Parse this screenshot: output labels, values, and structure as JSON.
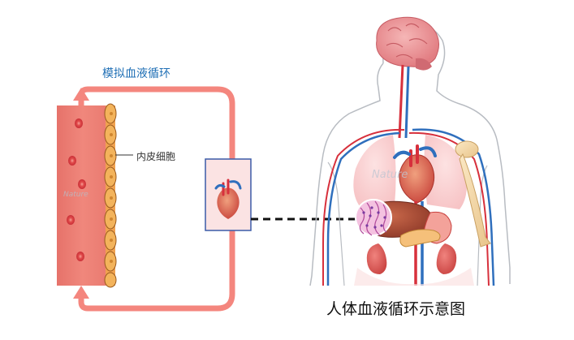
{
  "labels": {
    "simulated_circulation": "模拟血液循环",
    "endothelial_cells": "内皮细胞",
    "human_circulation": "人体血液循环示意图"
  },
  "watermarks": {
    "left": "Nature",
    "right": "Nature"
  },
  "colors": {
    "loop_pink": "#f4867e",
    "vessel_red": "#ec8076",
    "endothelium_orange": "#f3b35b",
    "title_blue": "#1f6fb5",
    "artery_red": "#d7303c",
    "vein_blue": "#2f6fbd",
    "heart_box_border": "#3b5ba8"
  }
}
